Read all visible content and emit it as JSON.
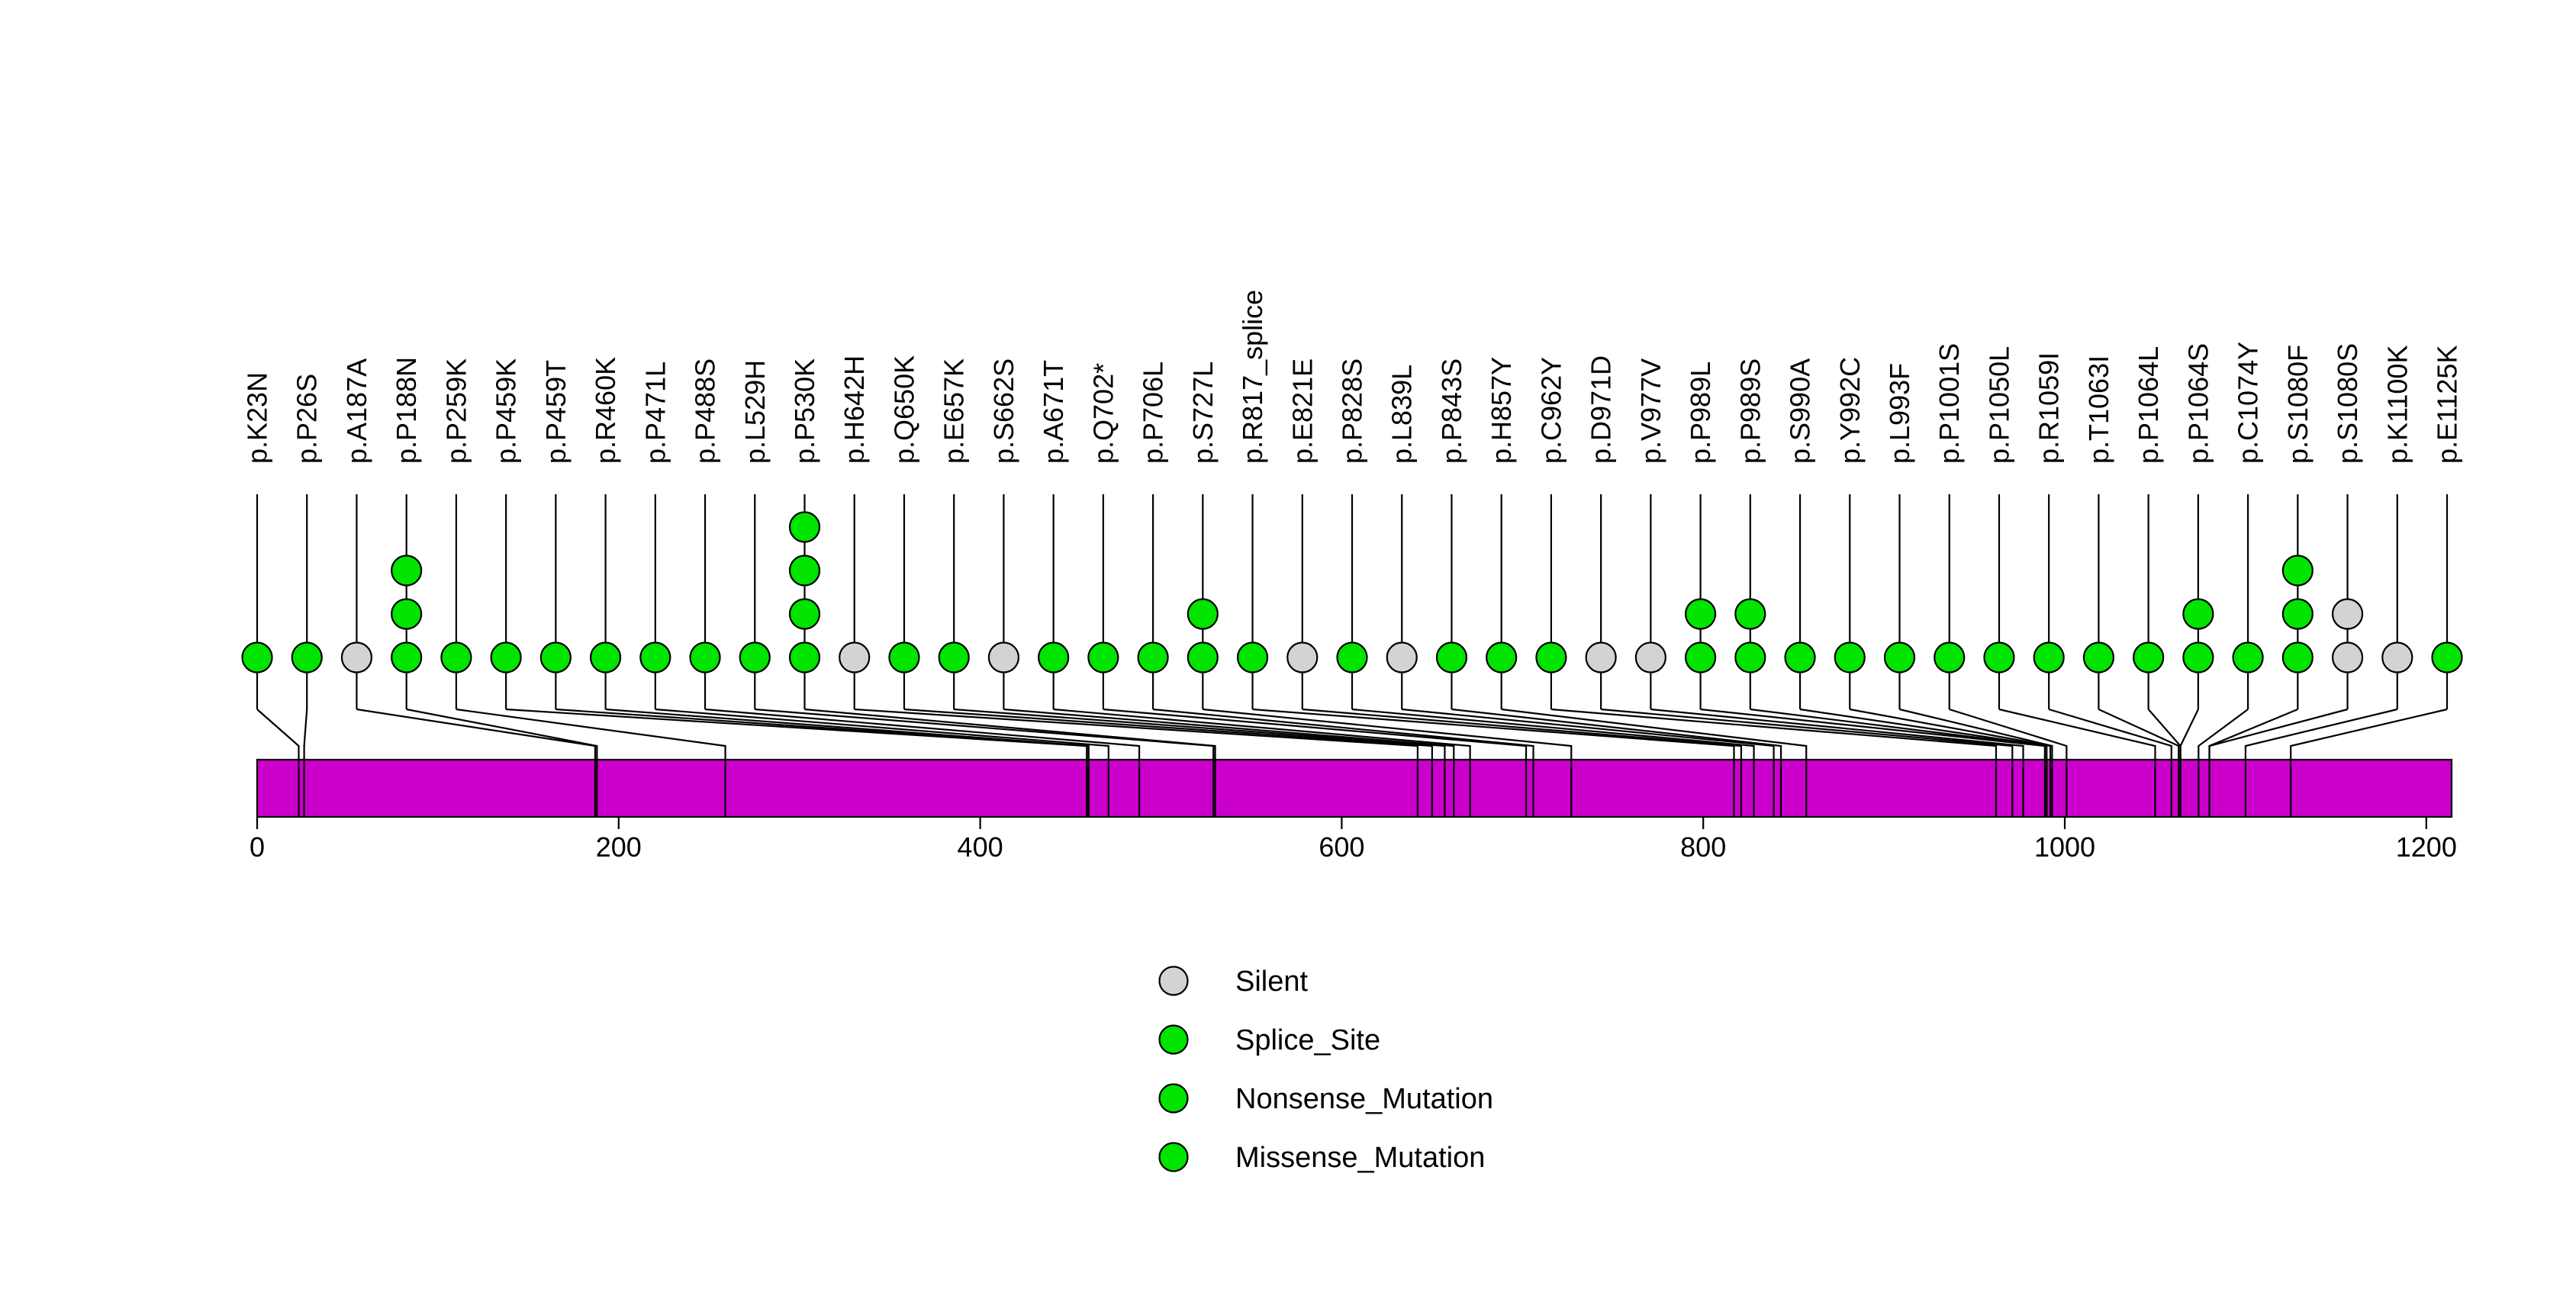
{
  "figure": {
    "title": "",
    "background": "#ffffff"
  },
  "chart_data": {
    "type": "lollipop",
    "title": "",
    "xlabel": "",
    "ylabel": "",
    "protein_length": 1214,
    "axis_ticks": [
      0,
      200,
      400,
      600,
      800,
      1000,
      1200
    ],
    "xlim": [
      0,
      1214
    ],
    "grid": false,
    "legend_position": "bottom-center",
    "colors": {
      "domain_bar": "#CB00CB",
      "Silent": "#D3D3D3",
      "Splice_Site": "#00E400",
      "Nonsense_Mutation": "#00E400",
      "Missense_Mutation": "#00E400",
      "outline": "#000000"
    },
    "legend": [
      {
        "label": "Silent",
        "color": "#D3D3D3"
      },
      {
        "label": "Splice_Site",
        "color": "#00E400"
      },
      {
        "label": "Nonsense_Mutation",
        "color": "#00E400"
      },
      {
        "label": "Missense_Mutation",
        "color": "#00E400"
      }
    ],
    "mutations": [
      {
        "label": "p.K23N",
        "pos": 23,
        "count": 1,
        "type": "Missense_Mutation"
      },
      {
        "label": "p.P26S",
        "pos": 26,
        "count": 1,
        "type": "Missense_Mutation"
      },
      {
        "label": "p.A187A",
        "pos": 187,
        "count": 1,
        "type": "Silent"
      },
      {
        "label": "p.P188N",
        "pos": 188,
        "count": 3,
        "type": "Missense_Mutation"
      },
      {
        "label": "p.P259K",
        "pos": 259,
        "count": 1,
        "type": "Missense_Mutation"
      },
      {
        "label": "p.P459K",
        "pos": 459,
        "count": 1,
        "type": "Missense_Mutation"
      },
      {
        "label": "p.P459T",
        "pos": 459,
        "count": 1,
        "type": "Missense_Mutation"
      },
      {
        "label": "p.R460K",
        "pos": 460,
        "count": 1,
        "type": "Missense_Mutation"
      },
      {
        "label": "p.P471L",
        "pos": 471,
        "count": 1,
        "type": "Missense_Mutation"
      },
      {
        "label": "p.P488S",
        "pos": 488,
        "count": 1,
        "type": "Missense_Mutation"
      },
      {
        "label": "p.L529H",
        "pos": 529,
        "count": 1,
        "type": "Missense_Mutation"
      },
      {
        "label": "p.P530K",
        "pos": 530,
        "count": 4,
        "type": "Missense_Mutation"
      },
      {
        "label": "p.H642H",
        "pos": 642,
        "count": 1,
        "type": "Silent"
      },
      {
        "label": "p.Q650K",
        "pos": 650,
        "count": 1,
        "type": "Missense_Mutation"
      },
      {
        "label": "p.E657K",
        "pos": 657,
        "count": 1,
        "type": "Missense_Mutation"
      },
      {
        "label": "p.S662S",
        "pos": 662,
        "count": 1,
        "type": "Silent"
      },
      {
        "label": "p.A671T",
        "pos": 671,
        "count": 1,
        "type": "Missense_Mutation"
      },
      {
        "label": "p.Q702*",
        "pos": 702,
        "count": 1,
        "type": "Nonsense_Mutation"
      },
      {
        "label": "p.P706L",
        "pos": 706,
        "count": 1,
        "type": "Missense_Mutation"
      },
      {
        "label": "p.S727L",
        "pos": 727,
        "count": 2,
        "type": "Missense_Mutation"
      },
      {
        "label": "p.R817_splice",
        "pos": 817,
        "count": 1,
        "type": "Splice_Site"
      },
      {
        "label": "p.E821E",
        "pos": 821,
        "count": 1,
        "type": "Silent"
      },
      {
        "label": "p.P828S",
        "pos": 828,
        "count": 1,
        "type": "Missense_Mutation"
      },
      {
        "label": "p.L839L",
        "pos": 839,
        "count": 1,
        "type": "Silent"
      },
      {
        "label": "p.P843S",
        "pos": 843,
        "count": 1,
        "type": "Missense_Mutation"
      },
      {
        "label": "p.H857Y",
        "pos": 857,
        "count": 1,
        "type": "Missense_Mutation"
      },
      {
        "label": "p.C962Y",
        "pos": 962,
        "count": 1,
        "type": "Missense_Mutation"
      },
      {
        "label": "p.D971D",
        "pos": 971,
        "count": 1,
        "type": "Silent"
      },
      {
        "label": "p.V977V",
        "pos": 977,
        "count": 1,
        "type": "Silent"
      },
      {
        "label": "p.P989L",
        "pos": 989,
        "count": 2,
        "type": "Missense_Mutation"
      },
      {
        "label": "p.P989S",
        "pos": 989,
        "count": 2,
        "type": "Missense_Mutation"
      },
      {
        "label": "p.S990A",
        "pos": 990,
        "count": 1,
        "type": "Missense_Mutation"
      },
      {
        "label": "p.Y992C",
        "pos": 992,
        "count": 1,
        "type": "Missense_Mutation"
      },
      {
        "label": "p.L993F",
        "pos": 993,
        "count": 1,
        "type": "Missense_Mutation"
      },
      {
        "label": "p.P1001S",
        "pos": 1001,
        "count": 1,
        "type": "Missense_Mutation"
      },
      {
        "label": "p.P1050L",
        "pos": 1050,
        "count": 1,
        "type": "Missense_Mutation"
      },
      {
        "label": "p.R1059I",
        "pos": 1059,
        "count": 1,
        "type": "Missense_Mutation"
      },
      {
        "label": "p.T1063I",
        "pos": 1063,
        "count": 1,
        "type": "Missense_Mutation"
      },
      {
        "label": "p.P1064L",
        "pos": 1064,
        "count": 1,
        "type": "Missense_Mutation"
      },
      {
        "label": "p.P1064S",
        "pos": 1064,
        "count": 2,
        "type": "Missense_Mutation"
      },
      {
        "label": "p.C1074Y",
        "pos": 1074,
        "count": 1,
        "type": "Missense_Mutation"
      },
      {
        "label": "p.S1080F",
        "pos": 1080,
        "count": 3,
        "type": "Missense_Mutation"
      },
      {
        "label": "p.S1080S",
        "pos": 1080,
        "count": 2,
        "type": "Silent"
      },
      {
        "label": "p.K1100K",
        "pos": 1100,
        "count": 1,
        "type": "Silent"
      },
      {
        "label": "p.E1125K",
        "pos": 1125,
        "count": 1,
        "type": "Missense_Mutation"
      }
    ]
  }
}
